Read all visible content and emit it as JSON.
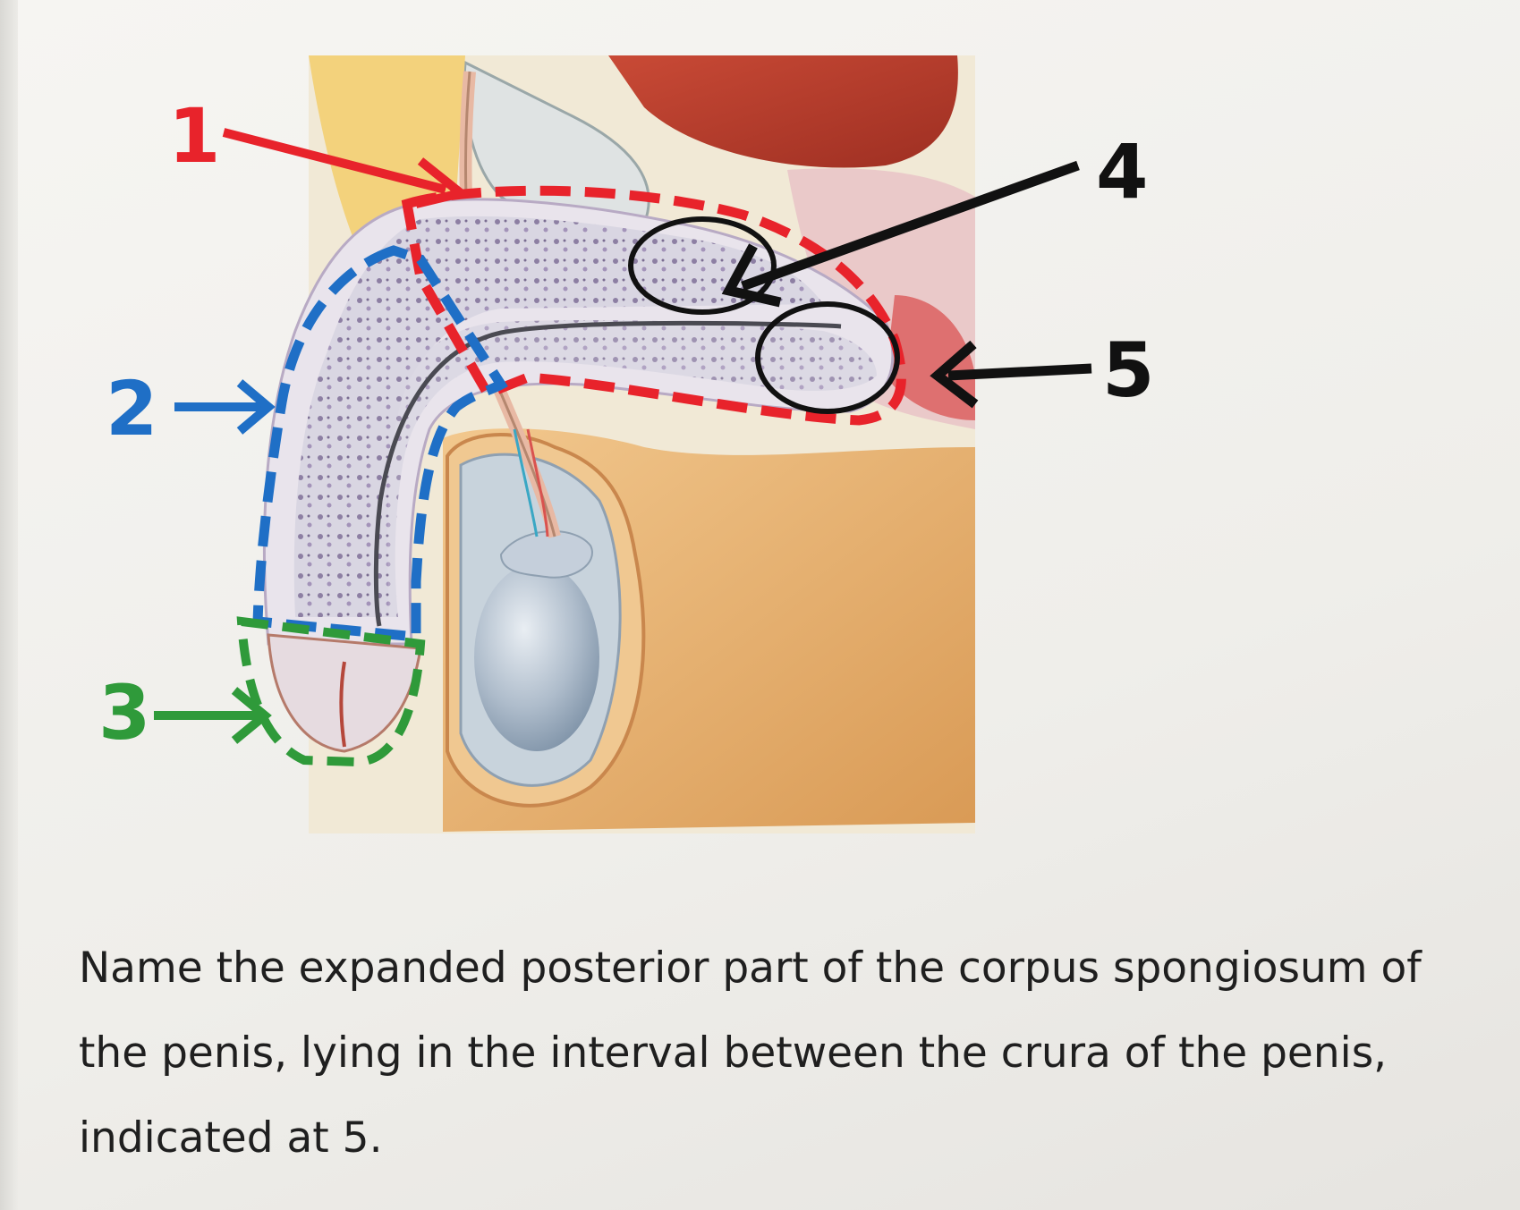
{
  "figure": {
    "callouts": {
      "one": "1",
      "two": "2",
      "three": "3",
      "four": "4",
      "five": "5"
    },
    "colors": {
      "label_1": "#e8232b",
      "label_2": "#1f6fc6",
      "label_3": "#2f9a3a",
      "label_4": "#111111",
      "label_5": "#111111"
    }
  },
  "question": {
    "text": "Name the expanded posterior part of the corpus spongiosum of the penis, lying in the interval between the crura of the penis, indicated at 5."
  }
}
